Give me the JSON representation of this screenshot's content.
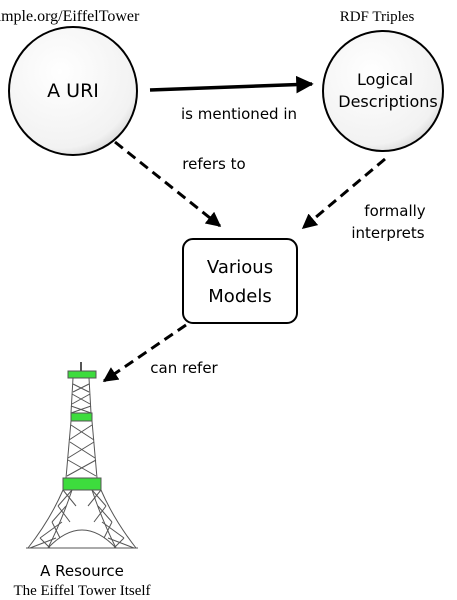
{
  "nodes": {
    "uri": {
      "label": "A URI",
      "caption": "ample.org/EiffelTower"
    },
    "rdf": {
      "line1": "Logical",
      "line2": "Descriptions",
      "caption": "RDF Triples"
    },
    "models": {
      "line1": "Various",
      "line2": "Models"
    },
    "resource": {
      "label": "A Resource",
      "caption": "The Eiffel Tower Itself"
    }
  },
  "edges": {
    "mentioned": "is mentioned in",
    "refers": "refers to",
    "formally_line1": "formally",
    "formally_line2": "interprets",
    "can_refer": "can refer"
  },
  "colors": {
    "stroke": "#000000",
    "tower": "#555555",
    "tower_accent": "#3ddc3d"
  }
}
